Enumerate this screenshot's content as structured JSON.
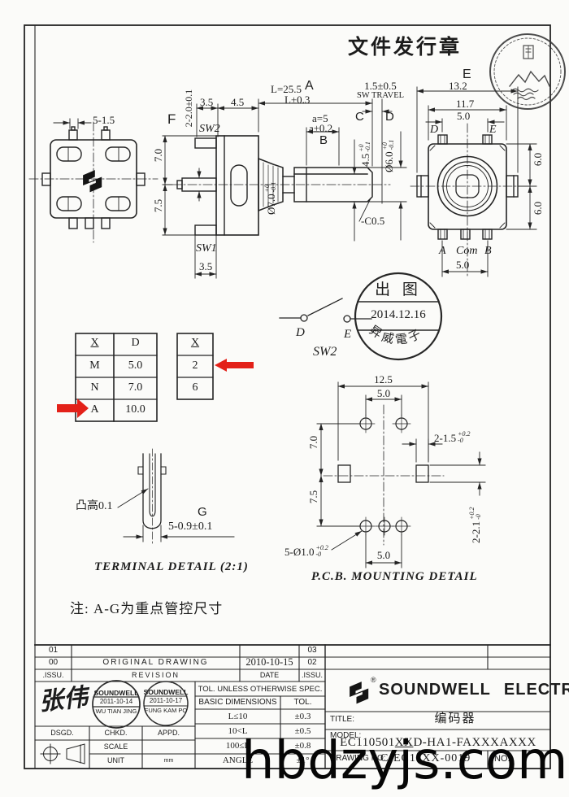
{
  "header": {
    "doc_stamp": "文件发行章"
  },
  "note": "注: A-G为重点管控尺寸",
  "watermark": "hbdzyjs.com",
  "bottom_view": {
    "dim_pin_width": "5-1.5"
  },
  "side_view": {
    "label_f": "F",
    "dim_f": "2-2.0±0.1",
    "dim_upper": "7.0",
    "dim_lower": "7.5",
    "sw2_label": "SW2",
    "sw1_label": "SW1",
    "dim_sw2_tab": "3.5",
    "dim_collar": "4.5",
    "dim_sw1_tab": "3.5",
    "dim_length": "L=25.5",
    "label_a": "A",
    "dim_length_tol": "L±0.3",
    "dim_flat_len": "a=5",
    "dim_flat_len_tol": "a±0.2",
    "label_b": "B",
    "dim_sw_travel": "1.5±0.5",
    "sw_travel_text": "SW TRAVEL",
    "label_c": "C",
    "flat_width": {
      "base": "4.5",
      "up": "+0",
      "dn": "-0.1"
    },
    "label_d": "D",
    "shaft_dia": {
      "base": "Ø6.0",
      "up": "+0",
      "dn": "-0.1"
    },
    "bushing_dia": {
      "base": "Ø7.0",
      "up": "+0",
      "dn": "-0.1"
    },
    "chamfer": "-C0.5"
  },
  "front_view": {
    "label_e": "E",
    "dim_width": "13.2",
    "dim_body": "11.7",
    "dim_pin_pitch": "5.0",
    "pin_d": "D",
    "pin_e": "E",
    "dim_upper": "6.0",
    "dim_lower": "6.0",
    "pin_a": "A",
    "pin_com": "Com",
    "pin_b": "B",
    "dim_pin_pitch_bottom": "5.0"
  },
  "shaft_table": {
    "col1": "X",
    "col2": "D",
    "rows": [
      [
        "M",
        "5.0"
      ],
      [
        "N",
        "7.0"
      ],
      [
        "A",
        "10.0"
      ]
    ]
  },
  "code_table": {
    "col1": "X",
    "rows": [
      "2",
      "6"
    ]
  },
  "sw2_symbol": {
    "left": "D",
    "right": "E",
    "caption": "SW2"
  },
  "release_stamp": {
    "top": "出 图",
    "date": "2014.12.16",
    "bottom": "昇威電子"
  },
  "terminal_detail": {
    "bump_note": "凸高0.1",
    "label_g": "G",
    "dim_pin": "5-0.9±0.1",
    "caption": "TERMINAL DETAIL (2:1)"
  },
  "pcb_detail": {
    "dim_width": "12.5",
    "dim_top_pitch": "5.0",
    "dim_upper": "7.0",
    "dim_lower": "7.5",
    "slot_width": {
      "base": "2-1.5",
      "up": "+0.2",
      "dn": "-0"
    },
    "slot_height": {
      "base": "2-2.1",
      "up": "+0.2",
      "dn": "-0"
    },
    "hole_dia": {
      "base": "5-Ø1.0",
      "up": "+0.2",
      "dn": "-0"
    },
    "dim_bottom_pitch": "5.0",
    "caption": "P.C.B. MOUNTING DETAIL"
  },
  "revision_table": {
    "rows": [
      {
        "no": "01",
        "desc": "",
        "date": "",
        "no2": "03"
      },
      {
        "no": "00",
        "desc": "ORIGINAL DRAWING",
        "date": "2010-10-15",
        "no2": "02"
      },
      {
        "no": ".ISSU.",
        "desc": "REVISION",
        "date": "DATE",
        "no2": ".ISSU."
      }
    ]
  },
  "title_block": {
    "signature": "张伟",
    "stamps": [
      {
        "company": "SOUNDWELL",
        "date": "2011-10-14",
        "name": "WU TIAN JING"
      },
      {
        "company": "SOUNDWELL",
        "date": "2011-10-17",
        "name": "FUNG KAM PO"
      }
    ],
    "dsgd": "DSGD.",
    "chkd": "CHKD.",
    "appd": "APPD.",
    "scale": "SCALE",
    "unit": "UNIT",
    "unit_value": "mm",
    "tol_header": "TOL. UNLESS OTHERWISE SPEC.",
    "tol_col1": "BASIC DIMENSIONS",
    "tol_col2": "TOL.",
    "tol_rows": [
      [
        "L≤10",
        "±0.3"
      ],
      [
        "10<L",
        "±0.5"
      ],
      [
        "100≤L",
        "±0.8"
      ],
      [
        "ANGLE",
        "±1°"
      ]
    ],
    "reg_mark": "®",
    "company_name1": "SOUNDWELL",
    "company_name2": "ELECTRONIC",
    "title_label": "TITLE:",
    "title_value": "编码器",
    "model_label": "MODEL:",
    "model_p1": "EC110501",
    "model_p2": "XX",
    "model_p3": "D-HA1-FAXXXAXXX",
    "drawing_no_label": "DRAWING NO:",
    "drawing_no_value": "C-EC11XX-0019",
    "no_label": "NO:"
  }
}
